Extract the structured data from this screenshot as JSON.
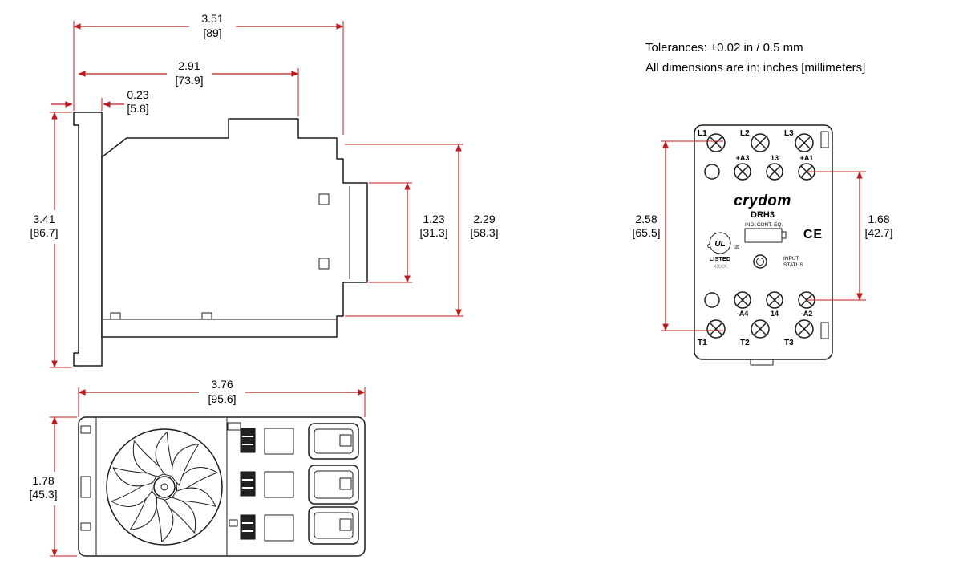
{
  "notes": {
    "tolerances": "Tolerances: ±0.02 in / 0.5 mm",
    "units": "All dimensions are in: inches [millimeters]"
  },
  "dims": {
    "overall_width": {
      "in": "3.51",
      "mm": "[89]"
    },
    "body_width": {
      "in": "2.91",
      "mm": "[73.9]"
    },
    "flange": {
      "in": "0.23",
      "mm": "[5.8]"
    },
    "overall_height": {
      "in": "3.41",
      "mm": "[86.7]"
    },
    "connector_height": {
      "in": "1.23",
      "mm": "[31.3]"
    },
    "front_depth": {
      "in": "2.29",
      "mm": "[58.3]"
    },
    "depth": {
      "in": "3.76",
      "mm": "[95.6]"
    },
    "width_bottom": {
      "in": "1.78",
      "mm": "[45.3]"
    },
    "terminal_span_lr": {
      "in": "2.58",
      "mm": "[65.5]"
    },
    "terminal_span_a": {
      "in": "1.68",
      "mm": "[42.7]"
    }
  },
  "front": {
    "brand": "crydom",
    "model": "DRH3",
    "approval": "IND. CONT. EQ.",
    "ul_c": "c",
    "ul_logo": "UL",
    "ul_us": "us",
    "ul_listed": "LISTED",
    "ul_file": "XXXX",
    "ce": "CE",
    "input_line1": "INPUT",
    "input_line2": "STATUS",
    "terminals": {
      "top": [
        "L1",
        "L2",
        "L3"
      ],
      "upper": [
        "+A3",
        "13",
        "+A1"
      ],
      "lower": [
        "-A4",
        "14",
        "-A2"
      ],
      "bottom": [
        "T1",
        "T2",
        "T3"
      ]
    }
  },
  "colors": {
    "dimension": "#c01818",
    "line": "#1c1c1c"
  }
}
